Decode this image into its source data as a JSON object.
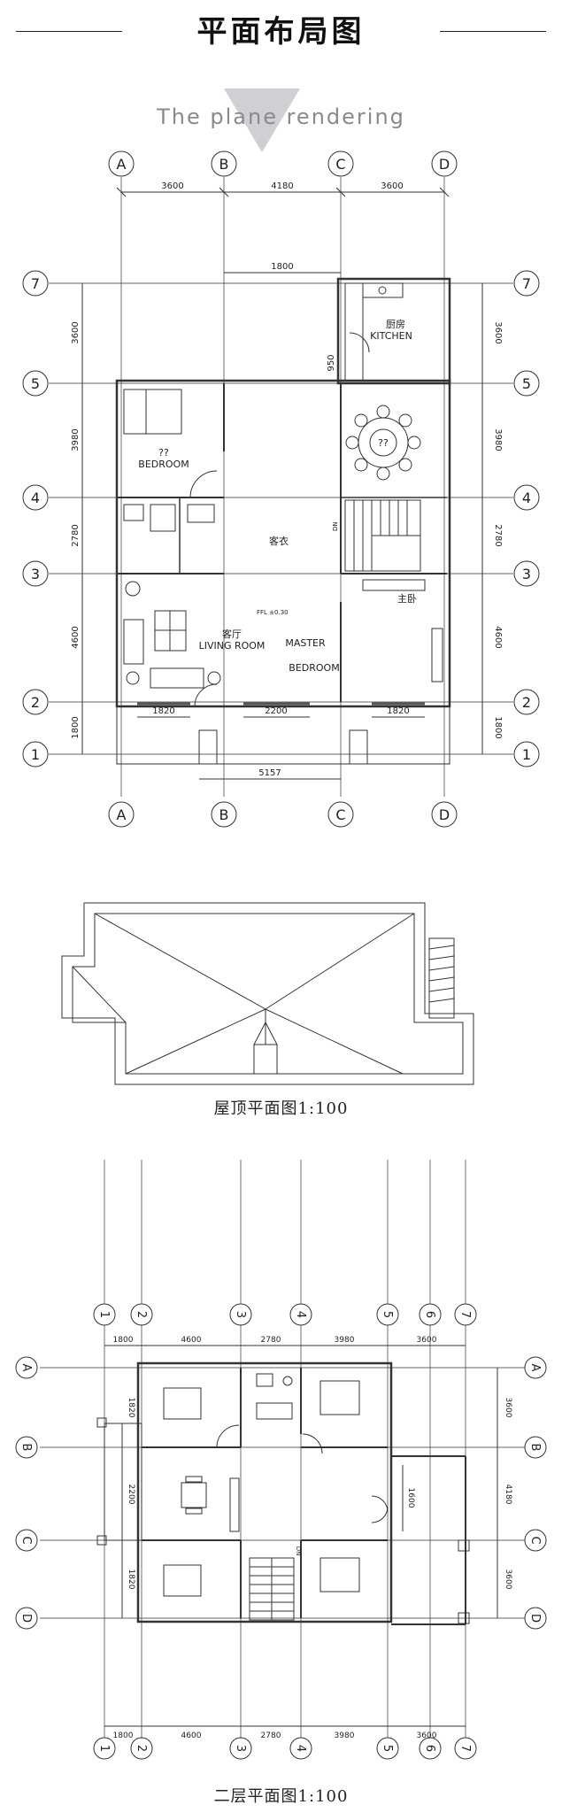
{
  "header": {
    "title": "平面布局图",
    "subtitle": "The plane rendering"
  },
  "plan1": {
    "col_labels": [
      "A",
      "B",
      "C",
      "D"
    ],
    "row_labels": [
      "7",
      "5",
      "4",
      "3",
      "2",
      "1"
    ],
    "top_dims": [
      "3600",
      "4180",
      "3600"
    ],
    "side_dims": [
      "3600",
      "3980",
      "2780",
      "4600",
      "1800"
    ],
    "inner_dims": [
      "1800",
      "950",
      "1820",
      "2200",
      "1820",
      "5157"
    ],
    "rooms": {
      "kitchen_cn": "厨房",
      "kitchen_en": "KITCHEN",
      "dining_cn": "??",
      "bedroom_cn": "??",
      "bedroom_en": "BEDROOM",
      "hall_cn": "客衣",
      "living_cn": "客厅",
      "living_en": "LIVING ROOM",
      "master_cn": "主卧",
      "master_en1": "MASTER",
      "master_en2": "BEDROOM",
      "ffl": "FFL ±0.30",
      "stair_dn": "DN"
    }
  },
  "roof": {
    "caption": "屋顶平面图1:100"
  },
  "plan2": {
    "col_labels": [
      "1",
      "2",
      "3",
      "4",
      "5",
      "6",
      "7"
    ],
    "row_labels": [
      "A",
      "B",
      "C",
      "D"
    ],
    "top_dims": [
      "1800",
      "4600",
      "2780",
      "3980",
      "3600"
    ],
    "side_dims": [
      "3600",
      "4180",
      "3600"
    ],
    "left_dims": [
      "1820",
      "2200",
      "1820"
    ],
    "inner_dims": [
      "1600"
    ],
    "stair_dn": "DN",
    "caption": "二层平面图1:100"
  }
}
